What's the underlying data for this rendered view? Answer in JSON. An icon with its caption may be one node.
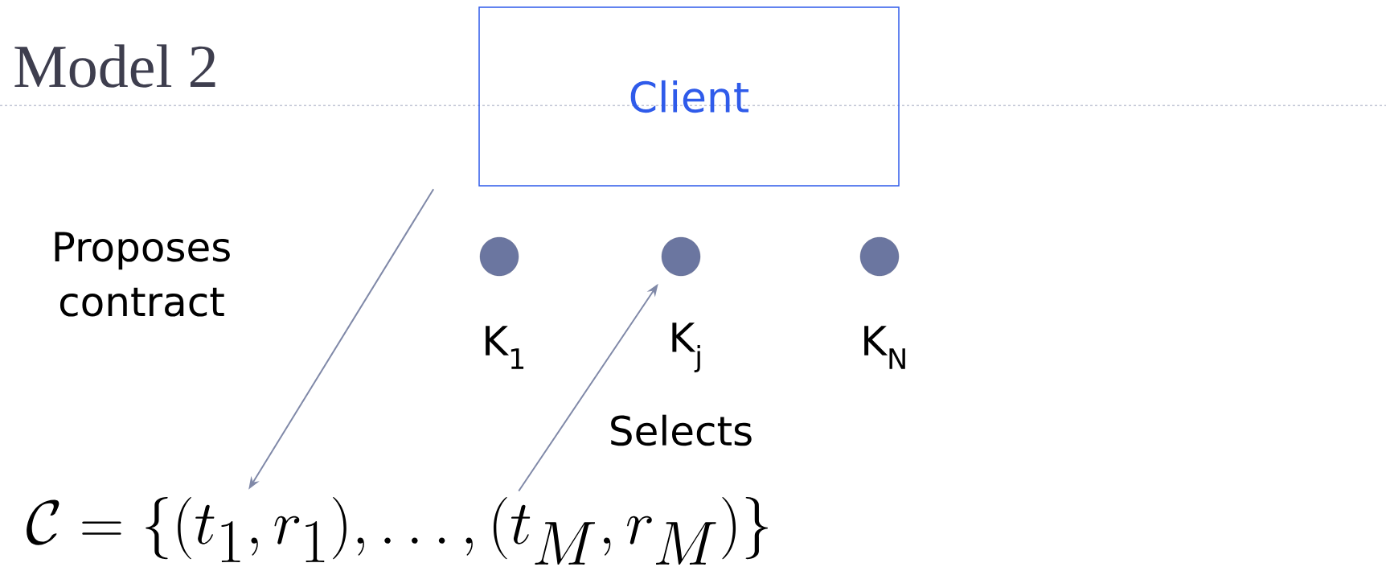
{
  "diagram": {
    "title": "Model 2",
    "nodes": [
      {
        "text": [
          "Client"
        ]
      },
      {
        "text": [],
        "shape": "circle",
        "beside": [
          "K$_{1}$"
        ]
      },
      {
        "text": [],
        "shape": "circle",
        "beside": [
          "K$_{j}$"
        ]
      },
      {
        "text": [],
        "shape": "circle",
        "beside": [
          "K$_{N}$"
        ]
      },
      {
        "text": [
          "\\mathcal{C} = \\{(t_1, r_1), \\ldots, (t_M, r_M)\\}"
        ]
      }
    ],
    "edges": [
      {
        "from": 0,
        "to": 4,
        "arrow": "to",
        "label": "Proposes contract"
      },
      {
        "from": 4,
        "to": 2,
        "arrow": "to",
        "label": "Selects"
      }
    ]
  }
}
